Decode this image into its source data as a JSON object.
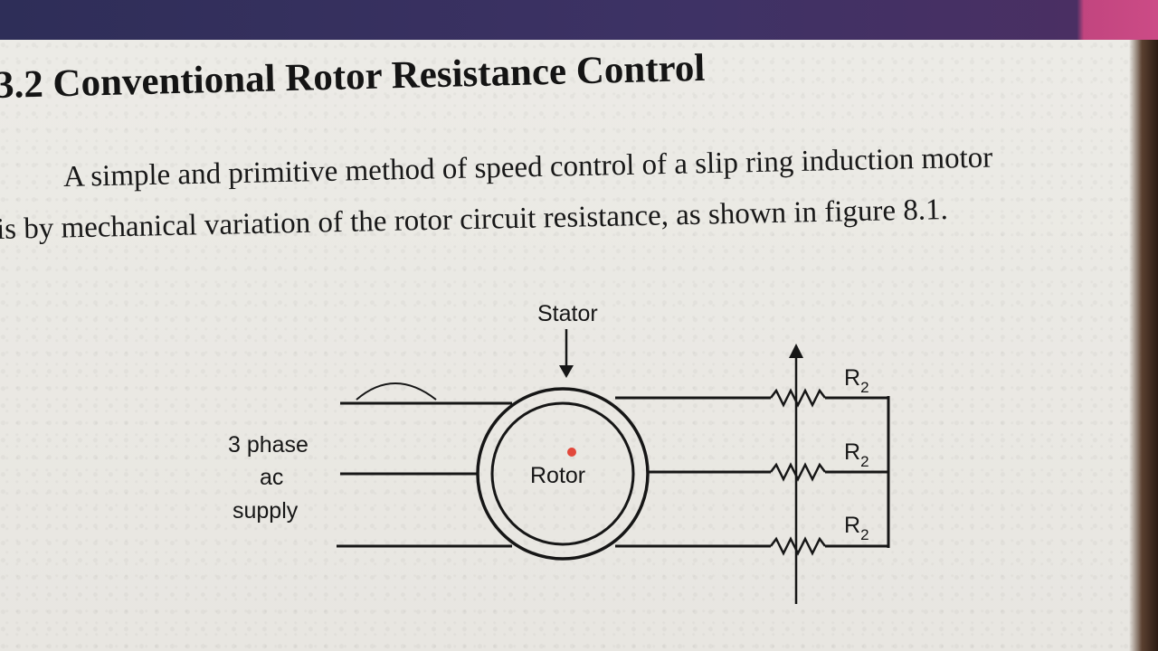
{
  "heading": "3.2 Conventional Rotor Resistance Control",
  "paragraph": {
    "line1": "A simple and primitive method of speed control of a slip ring induction motor",
    "line2": "is by mechanical variation of the rotor circuit resistance, as shown in figure 8.1."
  },
  "diagram": {
    "stator_label": "Stator",
    "rotor_label": "Rotor",
    "supply_label_line1": "3 phase",
    "supply_label_line2": "ac",
    "supply_label_line3": "supply",
    "resistor_label": "R",
    "resistor_subscript": "2"
  },
  "colors": {
    "topbar": "#3e3265",
    "topbar_accent": "#cc4b86",
    "paper": "#e9e6df",
    "ink": "#141414"
  }
}
